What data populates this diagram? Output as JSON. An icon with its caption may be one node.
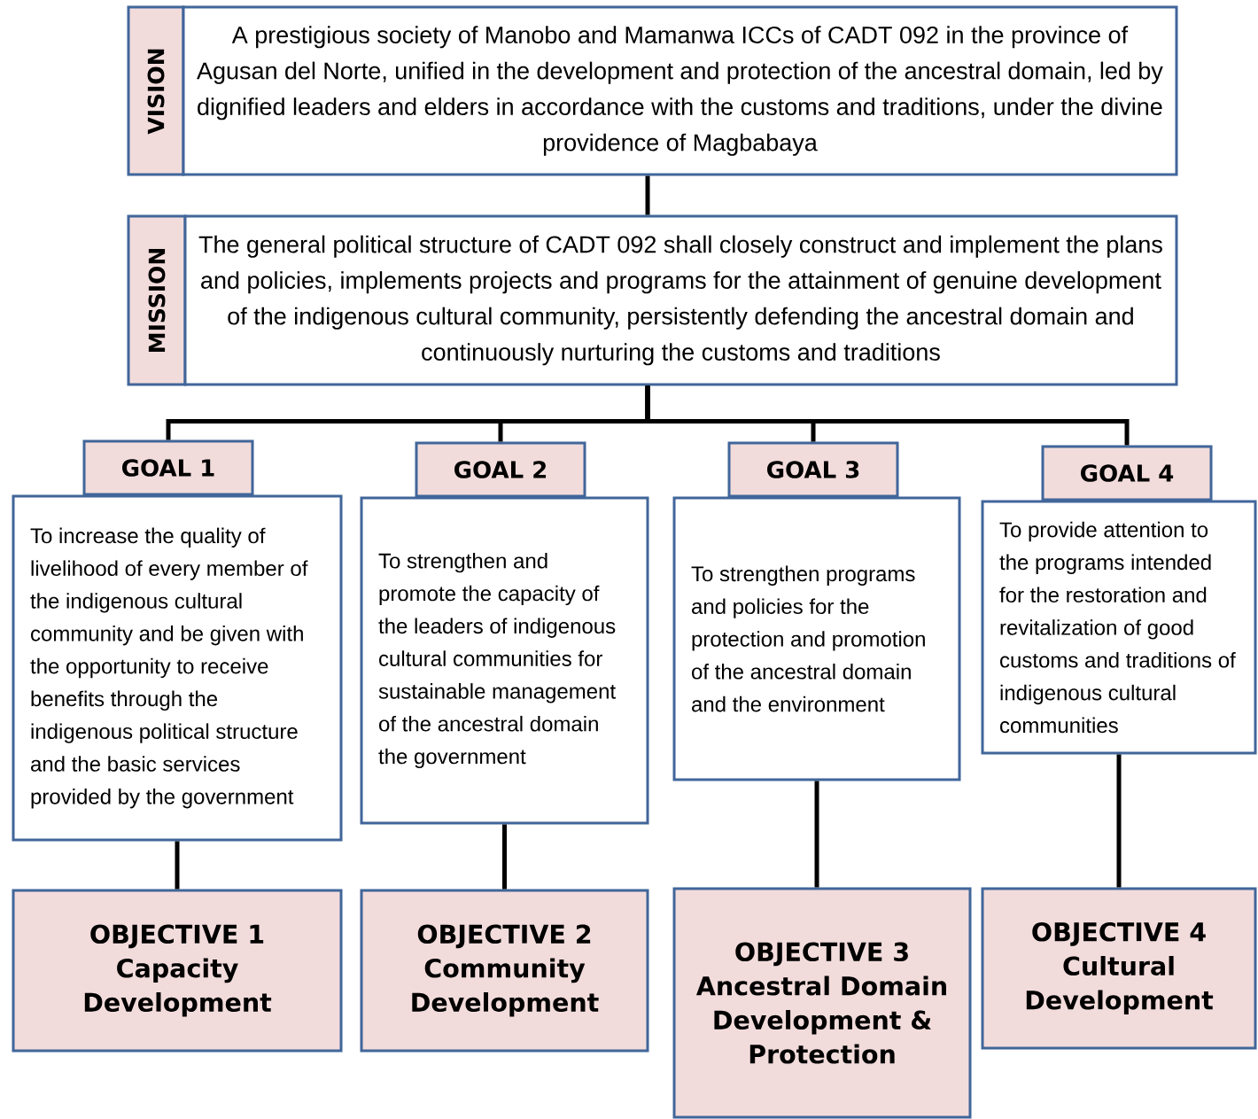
{
  "diagram": {
    "nodes": [
      {
        "text": [
          "VISION"
        ]
      },
      {
        "text": [
          "A prestigious society of Manobo and Mamanwa ICCs of CADT 092 in the province of Agusan del Norte, unified in the development and protection of the ancestral domain, led by dignified leaders and elders in accordance with the customs and traditions, under the divine providence of Magbabaya"
        ]
      },
      {
        "text": [
          "MISSION"
        ]
      },
      {
        "text": [
          "The general political structure of CADT 092 shall closely construct and implement the plans and policies, implements projects and programs for the attainment of genuine development of the indigenous cultural community, persistently defending the ancestral domain and continuously nurturing the customs and traditions"
        ]
      },
      {
        "text": [
          "GOAL 1"
        ]
      },
      {
        "text": [
          "To increase the quality of livelihood of every member of the indigenous cultural community and be given with the opportunity to receive benefits through the indigenous political structure and the basic services provided by the government"
        ]
      },
      {
        "text": [
          "OBJECTIVE 1",
          "Capacity Development"
        ]
      },
      {
        "text": [
          "GOAL 2"
        ]
      },
      {
        "text": [
          "To strengthen and promote the capacity of the leaders of indigenous cultural communities for sustainable management of the ancestral domain the government"
        ]
      },
      {
        "text": [
          "OBJECTIVE 2",
          "Community Development"
        ]
      },
      {
        "text": [
          "GOAL 3"
        ]
      },
      {
        "text": [
          "To strengthen programs and policies for the protection and promotion of the ancestral domain and the environment"
        ]
      },
      {
        "text": [
          "OBJECTIVE 3",
          "Ancestral Domain Development & Protection"
        ]
      },
      {
        "text": [
          "GOAL 4"
        ]
      },
      {
        "text": [
          "To provide attention to the programs intended for the restoration and revitalization of good customs and traditions of indigenous cultural communities"
        ]
      },
      {
        "text": [
          "OBJECTIVE 4",
          "Cultural Development"
        ]
      }
    ],
    "edges": [
      {
        "from": 1,
        "to": 3,
        "arrow": "none"
      },
      {
        "from": 3,
        "to": 4,
        "arrow": "none"
      },
      {
        "from": 3,
        "to": 7,
        "arrow": "none"
      },
      {
        "from": 3,
        "to": 10,
        "arrow": "none"
      },
      {
        "from": 3,
        "to": 13,
        "arrow": "none"
      },
      {
        "from": 5,
        "to": 6,
        "arrow": "none"
      },
      {
        "from": 8,
        "to": 9,
        "arrow": "none"
      },
      {
        "from": 11,
        "to": 12,
        "arrow": "none"
      },
      {
        "from": 14,
        "to": 15,
        "arrow": "none"
      }
    ]
  }
}
